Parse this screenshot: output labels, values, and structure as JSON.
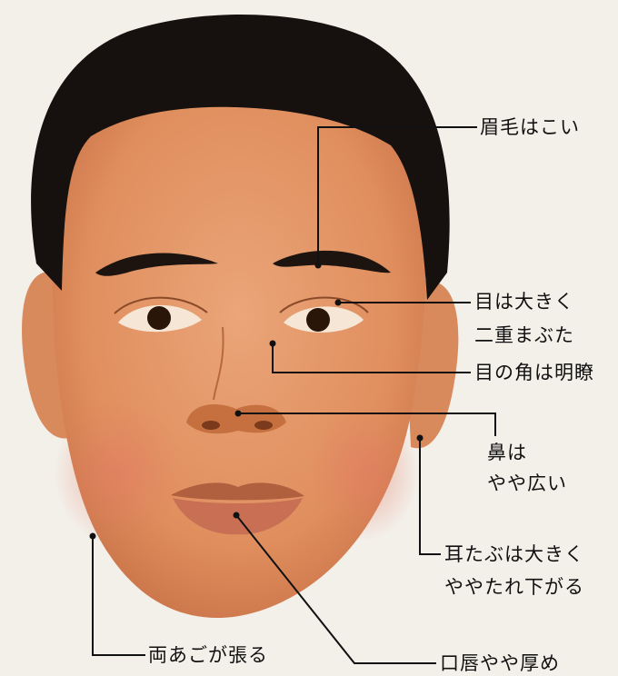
{
  "labels": {
    "eyebrows": "眉毛はこい",
    "eyes_line1": "目は大きく",
    "eyes_line2": "二重まぶた",
    "eye_corner": "目の角は明瞭",
    "nose_line1": "鼻は",
    "nose_line2": "やや広い",
    "earlobe_line1": "耳たぶは大きく",
    "earlobe_line2": "ややたれ下がる",
    "jaw": "両あごが張る",
    "lips": "口唇やや厚め"
  },
  "colors": {
    "background": "#f3efe9",
    "skin": "#e39565",
    "hair": "#16110f",
    "leader_line": "#111111"
  }
}
